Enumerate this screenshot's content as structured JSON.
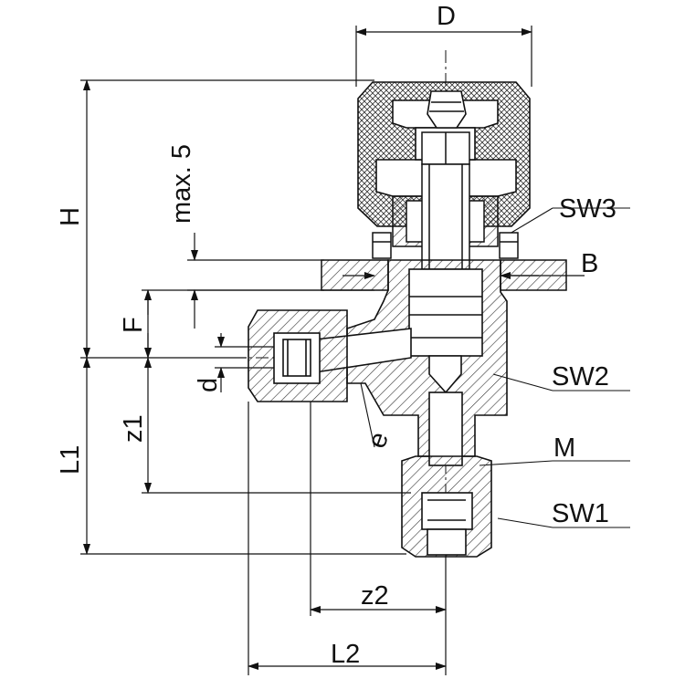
{
  "labels": {
    "D": "D",
    "H": "H",
    "max5": "max. 5",
    "F": "F",
    "d": "d",
    "z1": "z1",
    "L1": "L1",
    "e": "e",
    "z2": "z2",
    "L2": "L2",
    "SW3": "SW3",
    "B": "B",
    "SW2": "SW2",
    "M": "M",
    "SW1": "SW1"
  },
  "colors": {
    "line": "#111111",
    "hatch": "#333333",
    "background": "#ffffff"
  }
}
